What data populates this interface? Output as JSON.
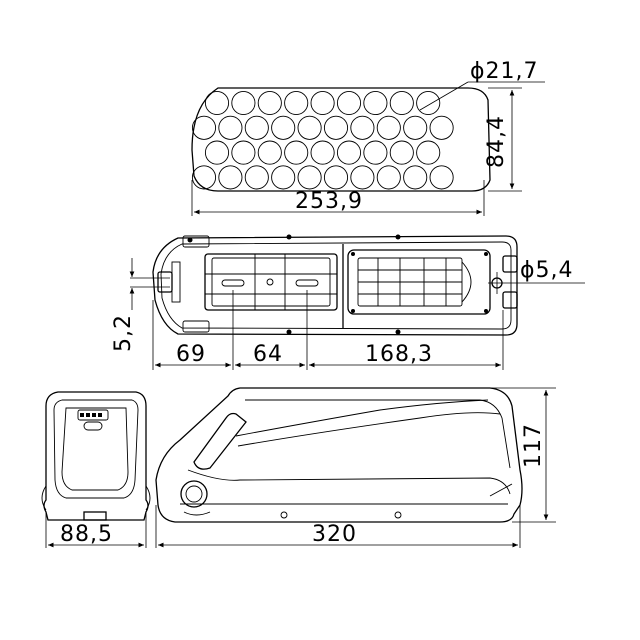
{
  "dimensions": {
    "cell_diameter": "ϕ21,7",
    "pack_height": "84,4",
    "pack_length": "253,9",
    "hole_diameter": "ϕ5,4",
    "offset": "5,2",
    "seg_1": "69",
    "seg_2": "64",
    "seg_3": "168,3",
    "width": "88,5",
    "length": "320",
    "height": "117"
  },
  "cells": {
    "rows": [
      9,
      10,
      9,
      10
    ]
  }
}
